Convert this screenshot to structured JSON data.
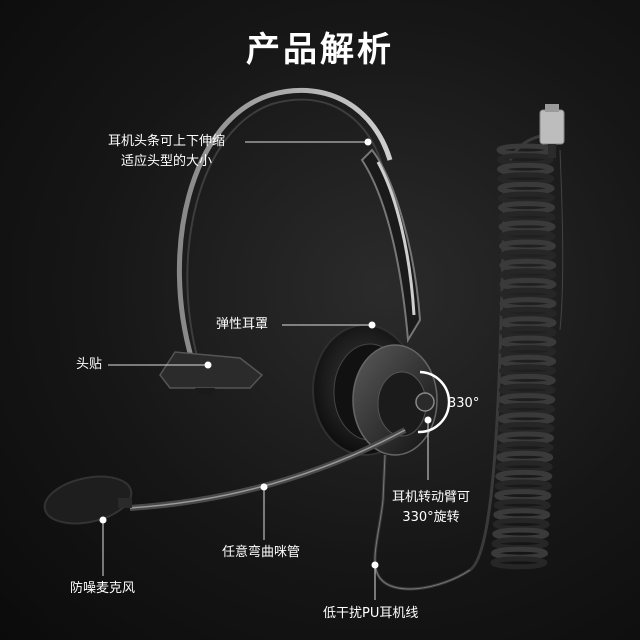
{
  "title": "产品解析",
  "labels": {
    "headband_line1": "耳机头条可上下伸缩",
    "headband_line2": "适应头型的大小",
    "ear_cushion": "弹性耳罩",
    "head_pad": "头贴",
    "rotation_deg": "330°",
    "arm_line1": "耳机转动臂可",
    "arm_line2": "330°旋转",
    "mic_tube": "任意弯曲咪管",
    "mic": "防噪麦克风",
    "cable": "低干扰PU耳机线"
  },
  "colors": {
    "background": "#161616",
    "text": "#ffffff",
    "leader_line": "#dddddd",
    "dot": "#ffffff"
  }
}
